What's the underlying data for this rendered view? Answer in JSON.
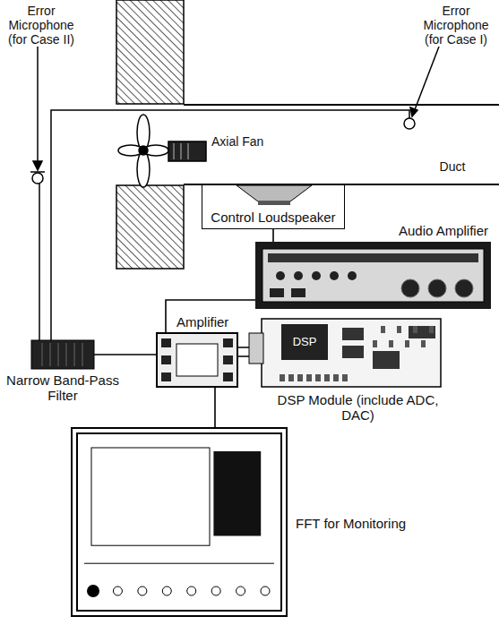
{
  "diagram": {
    "nodes": [
      {
        "text": [
          "Control Loudspeaker"
        ]
      },
      {
        "text": [
          "Audio Amplifier"
        ]
      },
      {
        "text": [
          "Amplifier"
        ]
      },
      {
        "text": [
          "Narrow Band-Pass Filter"
        ]
      },
      {
        "text": [
          "DSP",
          "DSP Module (include ADC, DAC)"
        ]
      },
      {
        "text": [
          "FFT for Monitoring"
        ]
      }
    ],
    "edges": [
      {
        "from": 0,
        "to": 1,
        "arrow": "none"
      },
      {
        "from": 1,
        "to": 2,
        "arrow": "none"
      },
      {
        "from": 3,
        "to": 2,
        "arrow": "none"
      },
      {
        "from": 2,
        "to": 4,
        "arrow": "none"
      },
      {
        "from": 2,
        "to": 5,
        "arrow": "none"
      }
    ],
    "labels": [
      "Error Microphone (for Case II)",
      "Error Microphone (for Case I)",
      "Axial Fan",
      "Duct"
    ]
  }
}
